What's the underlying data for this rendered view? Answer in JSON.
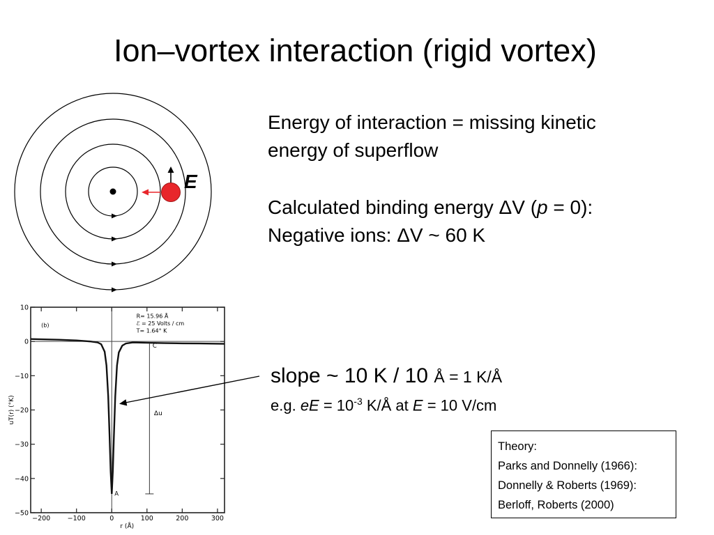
{
  "slide": {
    "title": "Ion–vortex interaction (rigid vortex)",
    "text": {
      "line1": "Energy of interaction = missing kinetic",
      "line2": "energy of superflow",
      "line3_prefix": "Calculated binding energy ΔV (",
      "line3_var": "p",
      "line3_suffix": " = 0):",
      "line4": "Negative ions: ΔV  ~ 60 K"
    },
    "vortex_diagram": {
      "field_label": "E",
      "ion_color": "#e8262b",
      "arrow_color": "#e8262b"
    },
    "slope_note": {
      "line1_main": "slope ~ 10 K / 10 ",
      "line1_small": "Å = 1 K/Å",
      "line2_prefix": "e.g. ",
      "line2_var": "eE",
      "line2_mid": " = 10",
      "line2_exp": "-3",
      "line2_units": " K/Å at ",
      "line2_var2": "E",
      "line2_end": " = 10 V/cm"
    },
    "theory_box": {
      "heading": "Theory:",
      "refs": [
        "Parks and Donnelly (1966):",
        "Donnelly & Roberts (1969):",
        "Berloff, Roberts (2000)"
      ]
    }
  },
  "chart_data": {
    "type": "line",
    "panel_label": "(b)",
    "xlabel": "r (Å)",
    "ylabel": "uT(r) (°K)",
    "xlim": [
      -230,
      320
    ],
    "ylim": [
      -50,
      10
    ],
    "x_ticks": [
      -200,
      -100,
      0,
      100,
      200,
      300
    ],
    "x_tick_labels": [
      "−200",
      "−100",
      "0",
      "100",
      "200",
      "300"
    ],
    "y_ticks": [
      10,
      0,
      -10,
      -20,
      -30,
      -40,
      -50
    ],
    "y_tick_labels": [
      "10",
      "0",
      "−10",
      "−20",
      "−30",
      "−40",
      "−50"
    ],
    "params": [
      "R= 15.96  Å",
      "ℰ = 25 Volts / cm",
      "T= 1.64° K"
    ],
    "annotations": {
      "point_a": "A",
      "point_c": "C",
      "delta_u": "Δu"
    },
    "series": [
      {
        "x": [
          -230,
          -150,
          -100,
          -60,
          -40,
          -30,
          -20,
          -15,
          -10,
          -6,
          -3,
          0,
          3,
          6,
          10,
          15,
          20,
          30,
          40,
          60,
          100,
          150,
          200,
          250,
          320
        ],
        "y": [
          0.7,
          0.5,
          0.3,
          0.0,
          -0.3,
          -0.8,
          -3,
          -7,
          -16,
          -28,
          -38,
          -44.5,
          -38,
          -28,
          -16,
          -7,
          -3.2,
          -1.2,
          -0.6,
          -0.3,
          -0.4,
          -0.5,
          -0.55,
          -0.6,
          -0.7
        ]
      }
    ]
  }
}
